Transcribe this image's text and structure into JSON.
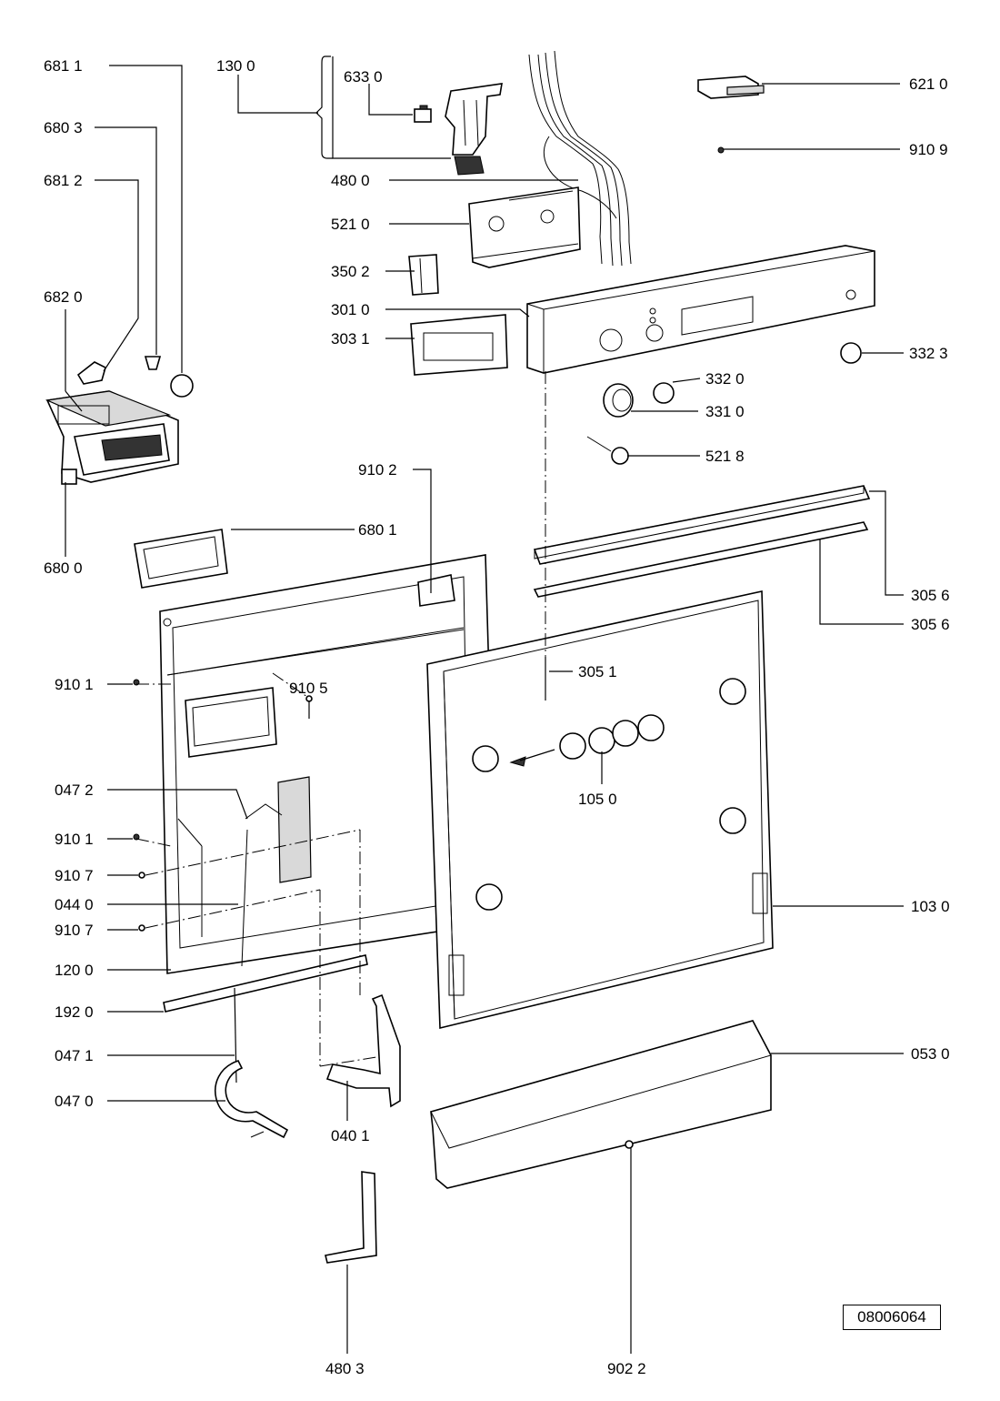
{
  "labels": {
    "l6811": "681 1",
    "l6803": "680 3",
    "l6812": "681 2",
    "l6820": "682 0",
    "l6800": "680 0",
    "l1300": "130 0",
    "l6330": "633 0",
    "l4800": "480 0",
    "l5210": "521 0",
    "l3502": "350 2",
    "l3010": "301 0",
    "l3031": "303 1",
    "l6210": "621 0",
    "l9109": "910 9",
    "l3323": "332 3",
    "l3320": "332 0",
    "l3310": "331 0",
    "l5218": "521 8",
    "l9102": "910 2",
    "l6801": "680 1",
    "l3056a": "305 6",
    "l3056b": "305 6",
    "l3051": "305 1",
    "l9101a": "910 1",
    "l9105": "910 5",
    "l1050": "105 0",
    "l0472": "047 2",
    "l9101b": "910 1",
    "l9107a": "910 7",
    "l0440": "044 0",
    "l9107b": "910 7",
    "l1030": "103 0",
    "l1200": "120 0",
    "l1920": "192 0",
    "l0471": "047 1",
    "l0530": "053 0",
    "l0470": "047 0",
    "l0401": "040 1",
    "l4803": "480 3",
    "l9022": "902 2"
  },
  "reference": "08006064"
}
